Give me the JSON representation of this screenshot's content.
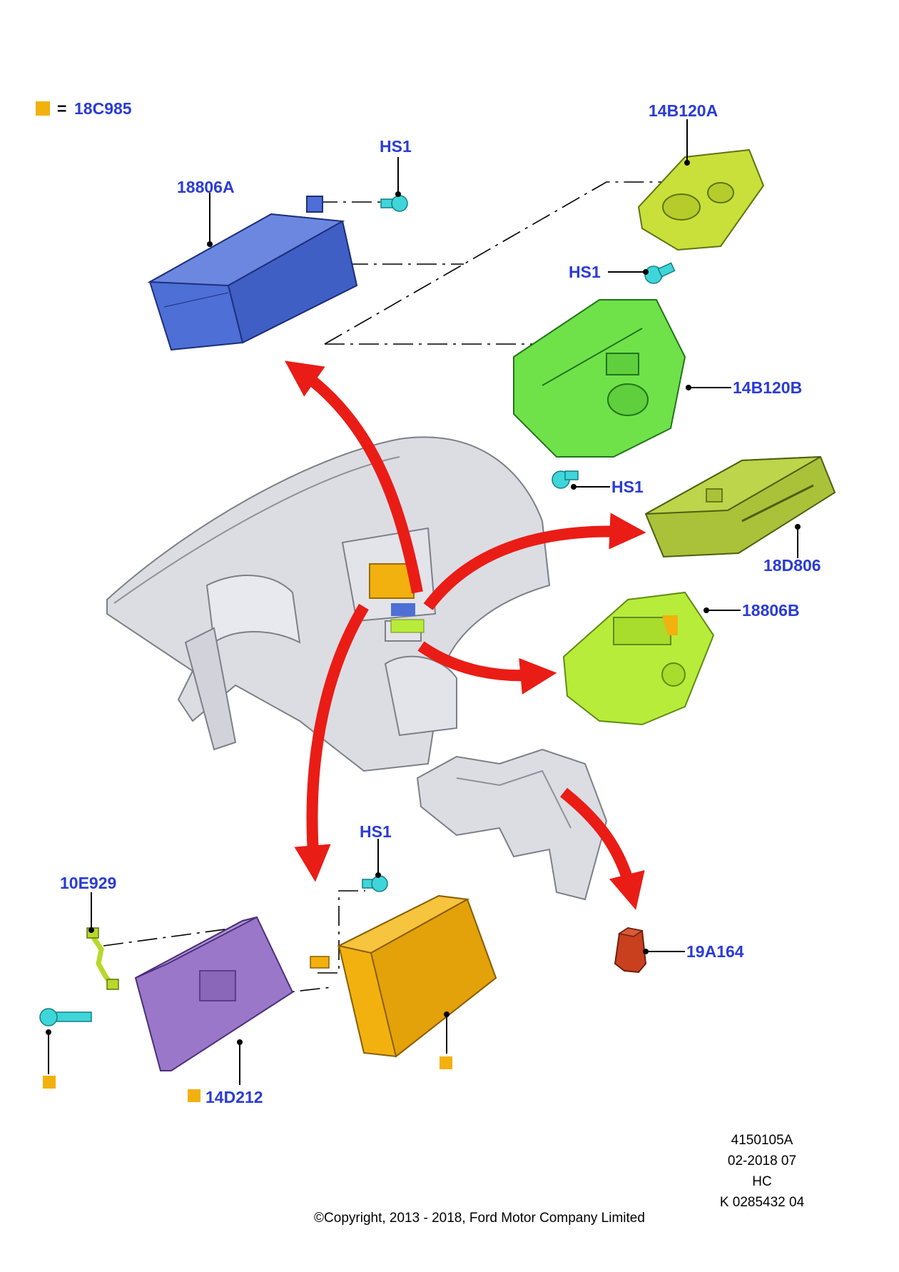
{
  "colors": {
    "callout": "#2a3bd6",
    "legend_square": "#f2b10e",
    "arrow": "#ea1c16",
    "radio_blue": "#4d6fd6",
    "panel_yellow_green": "#c9e03a",
    "panel_green": "#6fe24a",
    "dvd_olive": "#a9c23a",
    "panel_lime": "#b8ec3a",
    "bezel_purple": "#9a77c9",
    "module_orange": "#f2b10e",
    "relay_red": "#c9401f",
    "screw_cyan": "#3fd6d9",
    "dashboard_gray": "#dcdde3"
  },
  "legend": {
    "equals": "=",
    "code": "18C985"
  },
  "callouts": {
    "radio_unit": "18806A",
    "panel_top": "14B120A",
    "panel_mid": "14B120B",
    "dvd_unit": "18D806",
    "radio_panel": "18806B",
    "aux_connector": "10E929",
    "display_bezel": "14D212",
    "relay": "19A164",
    "screw_1": "HS1",
    "screw_2": "HS1",
    "screw_3": "HS1",
    "screw_4": "HS1"
  },
  "info_block": {
    "figure": "4150105A",
    "date": "02-2018 07",
    "code": "HC",
    "ref": "K 0285432 04"
  },
  "copyright": "©Copyright, 2013 - 2018, Ford Motor Company Limited"
}
